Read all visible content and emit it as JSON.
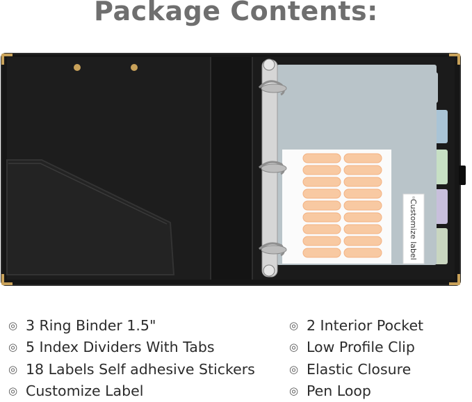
{
  "title": "Package Contents:",
  "product": {
    "label_card_text": "Customize label"
  },
  "bullet_icon": "double-circle-icon",
  "features_left": [
    "3 Ring Binder 1.5\"",
    "5 Index Dividers With Tabs",
    "18 Labels Self adhesive Stickers",
    "Customize Label"
  ],
  "features_right": [
    "2 Interior Pocket",
    "Low Profile Clip",
    "Elastic Closure",
    "Pen Loop"
  ],
  "colors": {
    "title": "#6f6f6f",
    "binder": "#1a1a1a",
    "divider_tabs": [
      "#b9c4c9",
      "#a9c4d6",
      "#c7e0c4",
      "#c8bfdc",
      "#c9d6c0"
    ],
    "label_stickers": "#f8c9a2",
    "gold_corners": "#c9a25a"
  }
}
